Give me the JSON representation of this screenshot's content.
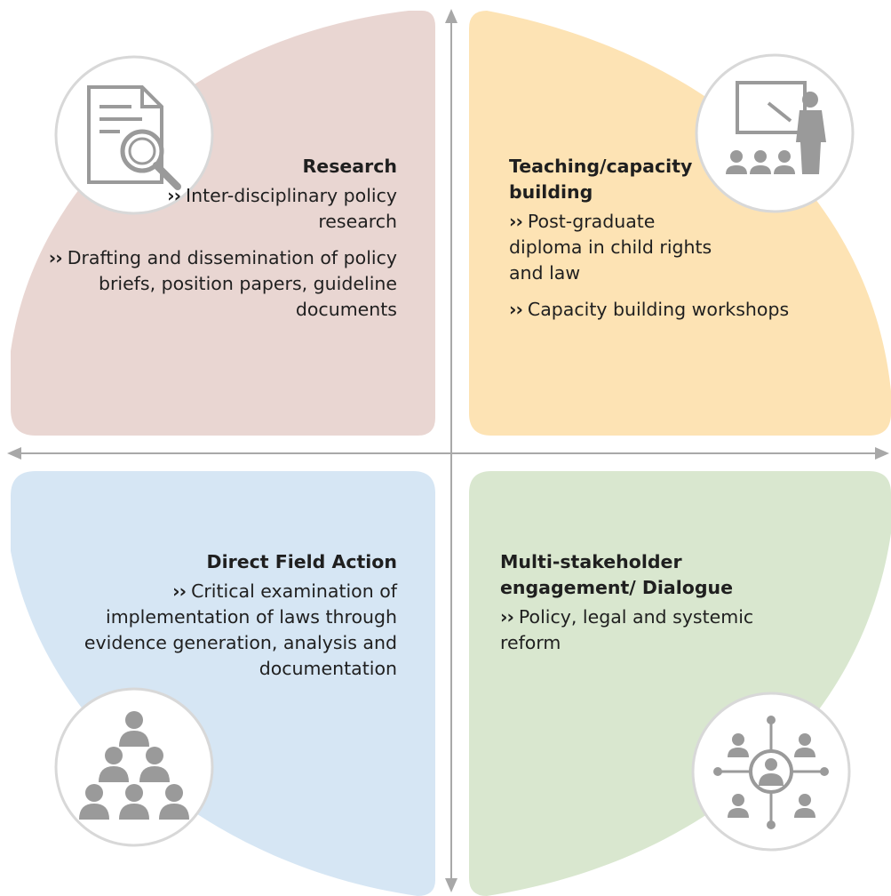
{
  "colors": {
    "research": "#e9d6d2",
    "teaching": "#fde3b4",
    "field": "#d6e6f4",
    "engagement": "#d9e7cf",
    "axis": "#a8a8a8",
    "icon": "#9a9a9a"
  },
  "bullet": "››",
  "quadrants": {
    "research": {
      "title": "Research",
      "items": [
        "Inter-disciplinary policy research",
        "Drafting and dissemination of policy briefs, position papers, guideline documents"
      ],
      "icon": "document-search-icon"
    },
    "teaching": {
      "title": "Teaching/capacity building",
      "items": [
        "Post-graduate diploma in child rights and law",
        "Capacity building workshops"
      ],
      "icon": "teacher-presentation-icon"
    },
    "field": {
      "title": "Direct Field Action",
      "items": [
        "Critical examination of implementation of laws through evidence generation, analysis and documentation"
      ],
      "icon": "people-pyramid-icon"
    },
    "engagement": {
      "title": "Multi-stakeholder engagement/ Dialogue",
      "items": [
        "Policy, legal and systemic reform"
      ],
      "icon": "network-people-icon"
    }
  }
}
